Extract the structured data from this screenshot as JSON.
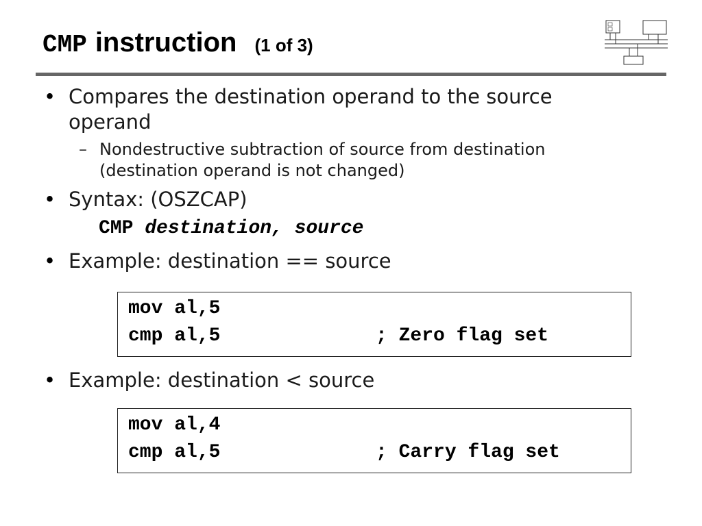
{
  "slide": {
    "title": {
      "keyword": "CMP",
      "word": "instruction",
      "part": "(1 of 3)"
    },
    "bullets": [
      "Compares the destination operand to the source operand",
      "Syntax: (OSZCAP)",
      "Example: destination == source",
      "Example: destination < source"
    ],
    "sub_bullet": {
      "marker": "–",
      "text": "Nondestructive subtraction of source from destination (destination operand is not changed)"
    },
    "bullet_marker": "•",
    "syntax": {
      "instr": "CMP ",
      "args": "destination, source"
    },
    "code_blocks": [
      {
        "line1": "mov al,5",
        "line2": "cmp al,5",
        "comment": "; Zero flag set"
      },
      {
        "line1": "mov al,4",
        "line2": "cmp al,5",
        "comment": "; Carry flag set"
      }
    ],
    "colors": {
      "rule": "#666666",
      "text": "#1a1a1a"
    }
  }
}
